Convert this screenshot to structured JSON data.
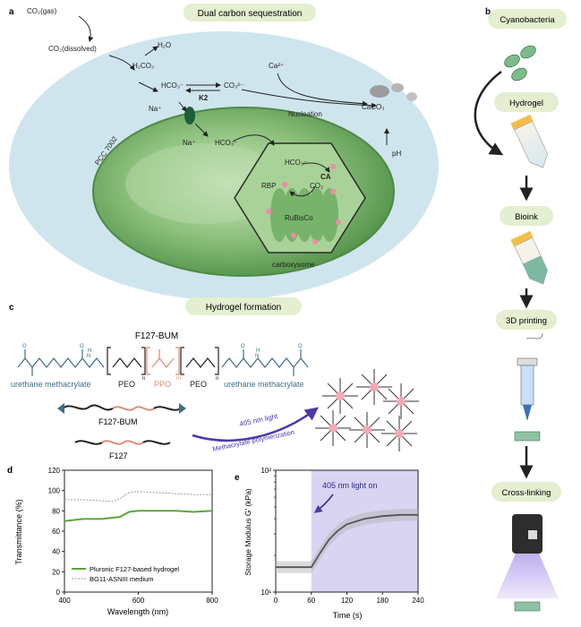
{
  "panel_a": {
    "letter": "a",
    "title": "Dual carbon sequestration",
    "co2_gas": "CO₂(gas)",
    "co2_dissolved": "CO₂(dissolved)",
    "h2o": "H₂O",
    "h2co3": "H₂CO₃",
    "hco3_outer": "HCO₃⁻",
    "k2": "K2",
    "co3": "CO₃²⁻",
    "ca": "Ca²⁺",
    "na_top": "Na⁺",
    "na_bottom": "Na⁺",
    "hco3_inner": "HCO₃⁻",
    "nucleation": "Nucleation",
    "caco3": "CaCO₃",
    "strain": "PCC 7002",
    "ph": "pH",
    "cb_hco3": "HCO₃⁻",
    "ca_enzyme": "CA",
    "rbp": "RBP",
    "cb_co2": "CO₂",
    "rubisco": "RuBisCo",
    "carboxysome": "carboxysome"
  },
  "panel_b": {
    "letter": "b",
    "steps": [
      "Cyanobacteria",
      "Hydrogel",
      "Bioink",
      "3D printing",
      "Cross-linking"
    ]
  },
  "panel_c": {
    "letter": "c",
    "title": "Hydrogel formation",
    "compound": "F127-BUM",
    "urethane_left": "urethane methacrylate",
    "peo_left": "PEO",
    "ppo": "PPO",
    "peo_right": "PEO",
    "urethane_right": "urethane methacrylate",
    "chain_bum": "F127-BUM",
    "chain_f127": "F127",
    "light": "405 nm light",
    "reaction": "Methacrylate polymerization",
    "subscripts": [
      "n",
      "m",
      "n"
    ],
    "carbonyl_o": "O",
    "ester_o": "O",
    "amide_n": "N",
    "amide_h": "H"
  },
  "panel_d": {
    "letter": "d",
    "ylabel": "Transmittance (%)",
    "xlabel": "Wavelength (nm)",
    "xticks": [
      "400",
      "600",
      "800"
    ],
    "yticks": [
      "0",
      "20",
      "40",
      "60",
      "80",
      "100",
      "120"
    ],
    "legend": [
      "Pluronic F127-based hydrogel",
      "BG11-ASNIII medium"
    ],
    "colors": {
      "hydrogel": "#5aa63a",
      "medium": "#9a9a9a"
    }
  },
  "panel_e": {
    "letter": "e",
    "ylabel": "Storage Modulus G' (kPa)",
    "xlabel": "Time (s)",
    "xticks": [
      "0",
      "60",
      "120",
      "180",
      "240"
    ],
    "yticks": [
      "10¹",
      "10²"
    ],
    "annotation": "405 nm light on",
    "colors": {
      "shade": "#d9d4f2",
      "curve": "#555555"
    }
  },
  "chart_data": [
    {
      "type": "line",
      "xlabel": "Wavelength (nm)",
      "ylabel": "Transmittance (%)",
      "xlim": [
        400,
        800
      ],
      "ylim": [
        0,
        120
      ],
      "grid": false,
      "legend": "bottom-left",
      "series": [
        {
          "name": "Pluronic F127-based hydrogel",
          "x": [
            400,
            450,
            500,
            550,
            575,
            600,
            650,
            700,
            750,
            800
          ],
          "y": [
            70,
            72,
            72,
            74,
            79,
            80,
            80,
            80,
            79,
            80
          ]
        },
        {
          "name": "BG11-ASNIII medium",
          "x": [
            400,
            450,
            500,
            530,
            550,
            575,
            600,
            650,
            700,
            750,
            800
          ],
          "y": [
            91,
            91,
            90,
            89,
            92,
            98,
            99,
            98,
            97,
            96,
            96
          ]
        }
      ]
    },
    {
      "type": "line",
      "xlabel": "Time (s)",
      "ylabel": "Storage Modulus G' (kPa)",
      "xlim": [
        0,
        240
      ],
      "ylim": [
        10,
        100
      ],
      "yscale": "log",
      "grid": false,
      "shaded_region_x": [
        60,
        240
      ],
      "series": [
        {
          "x": [
            0,
            30,
            60,
            75,
            90,
            105,
            120,
            150,
            180,
            210,
            240
          ],
          "y": [
            16,
            16,
            16,
            21,
            27,
            32,
            36,
            40,
            42,
            43,
            43
          ]
        }
      ]
    }
  ]
}
